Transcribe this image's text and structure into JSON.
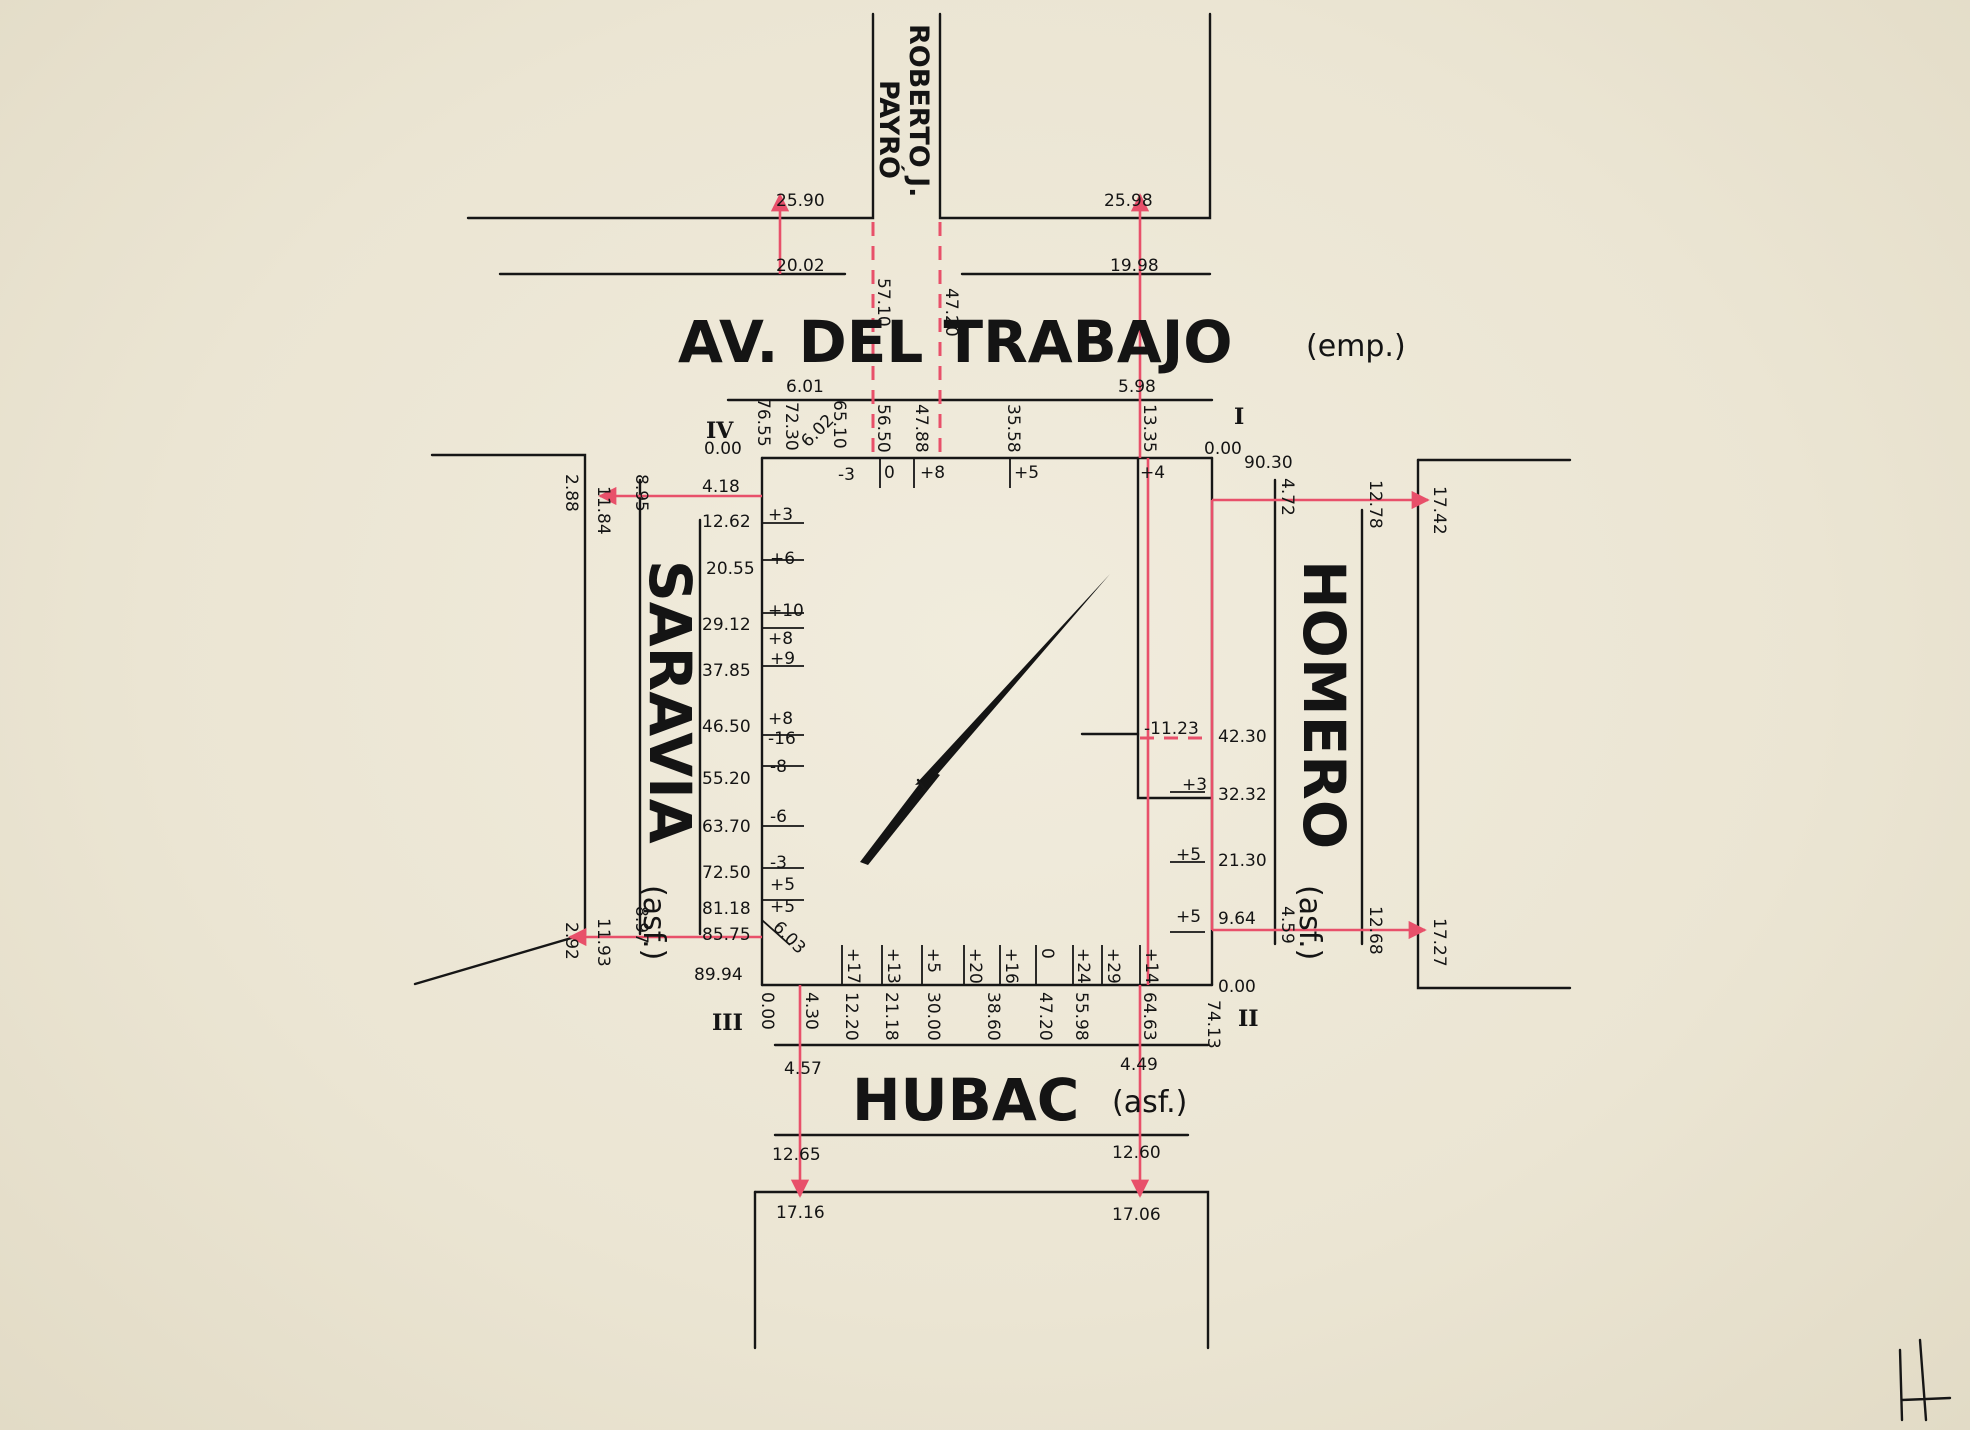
{
  "streets": {
    "av_del_trabajo": "AV. DEL TRABAJO",
    "av_del_trabajo_pavement": "(emp.)",
    "hubac": "HUBAC",
    "hubac_pavement": "(asf.)",
    "saravia": "SARAVIA",
    "saravia_pavement": "(asf.)",
    "homero": "HOMERO",
    "homero_pavement": "(asf.)",
    "roberto_j": "ROBERTO J.",
    "payro": "PAYRÓ"
  },
  "corners": {
    "i": "I",
    "ii": "II",
    "iii": "III",
    "iv": "IV"
  },
  "top": {
    "l1": "25.90",
    "l2": "25.98",
    "l3": "20.02",
    "l4": "19.98",
    "l5": "6.01",
    "l6": "5.98",
    "p1": "57.10",
    "p2": "47.20",
    "v1": "76.55",
    "v2": "72.30",
    "v3": "65.10",
    "v4": "56.50",
    "v5": "47.88",
    "v6": "35.58",
    "v7": "13.35",
    "zero_iv": "0.00",
    "zero_i": "0.00",
    "h1": "90.30",
    "d1": "6.02",
    "d2": "-3",
    "d3": "0",
    "d4": "+8",
    "d5": "+5",
    "d6": "+4"
  },
  "saravia": {
    "outer_n": "11.84",
    "outer_s": "11.93",
    "mid_n": "8.95",
    "mid_s": "8.97",
    "far_n": "2.88",
    "far_s": "2.92",
    "c0": "4.18",
    "c1": "12.62",
    "c2": "20.55",
    "c3": "29.12",
    "c4": "37.85",
    "c5": "46.50",
    "c6": "55.20",
    "c7": "63.70",
    "c8": "72.50",
    "c9": "81.18",
    "c10": "85.75",
    "c11": "89.94",
    "s1": "+3",
    "s2": "+6",
    "s3": "+10",
    "s4": "+8",
    "s5": "+9",
    "s6": "+8",
    "s7": "-16",
    "s8": "-8",
    "s9": "-6",
    "s10": "-3",
    "s11": "+5",
    "s12": "+5",
    "corner_sw": "6.03"
  },
  "homero": {
    "outer_n": "17.42",
    "outer_s": "17.27",
    "mid_n": "12.78",
    "mid_s": "12.68",
    "in_n": "4.72",
    "in_s": "4.59",
    "c1": "42.30",
    "c2": "32.32",
    "c3": "21.30",
    "c4": "9.64",
    "m1": "-11.23",
    "m2": "+3",
    "m3": "+5",
    "m4": "+5",
    "zero_ii": "0.00",
    "v_ii": "74.13"
  },
  "hubac": {
    "b1": "4.30",
    "b2": "12.20",
    "b3": "21.18",
    "b4": "30.00",
    "b5": "38.60",
    "b6": "47.20",
    "b7": "55.98",
    "b8": "64.63",
    "t1": "+17",
    "t2": "+13",
    "t3": "+5",
    "t4": "+20",
    "t5": "+16",
    "t6": "0",
    "t7": "+24",
    "t8": "+29",
    "t9": "+14",
    "zero_iii": "0.00",
    "l1": "4.57",
    "l2": "4.49",
    "l3": "12.65",
    "l4": "12.60",
    "l5": "17.16",
    "l6": "17.06"
  }
}
